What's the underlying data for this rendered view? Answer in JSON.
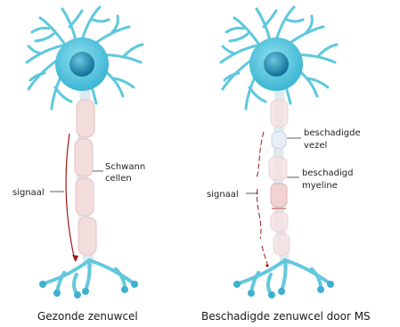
{
  "left_neuron": {
    "caption": "Gezonde zenuwcel",
    "signal_label": "signaal",
    "schwann_line1": "Schwann",
    "schwann_line2": "cellen"
  },
  "right_neuron": {
    "caption": "Beschadigde zenuwcel door MS",
    "signal_label": "signaal",
    "fiber_line1": "beschadigde",
    "fiber_line2": "vezel",
    "myelin_line1": "beschadigd",
    "myelin_line2": "myeline"
  },
  "colors": {
    "neuron": "#57c6dc",
    "neuron_dark": "#2aa4c4",
    "nucleus": "#1a7fa6",
    "myelin": "#f3dcdc",
    "myelin_edge": "#e7c3c3",
    "signal": "#a01818",
    "label_line": "#333333"
  }
}
